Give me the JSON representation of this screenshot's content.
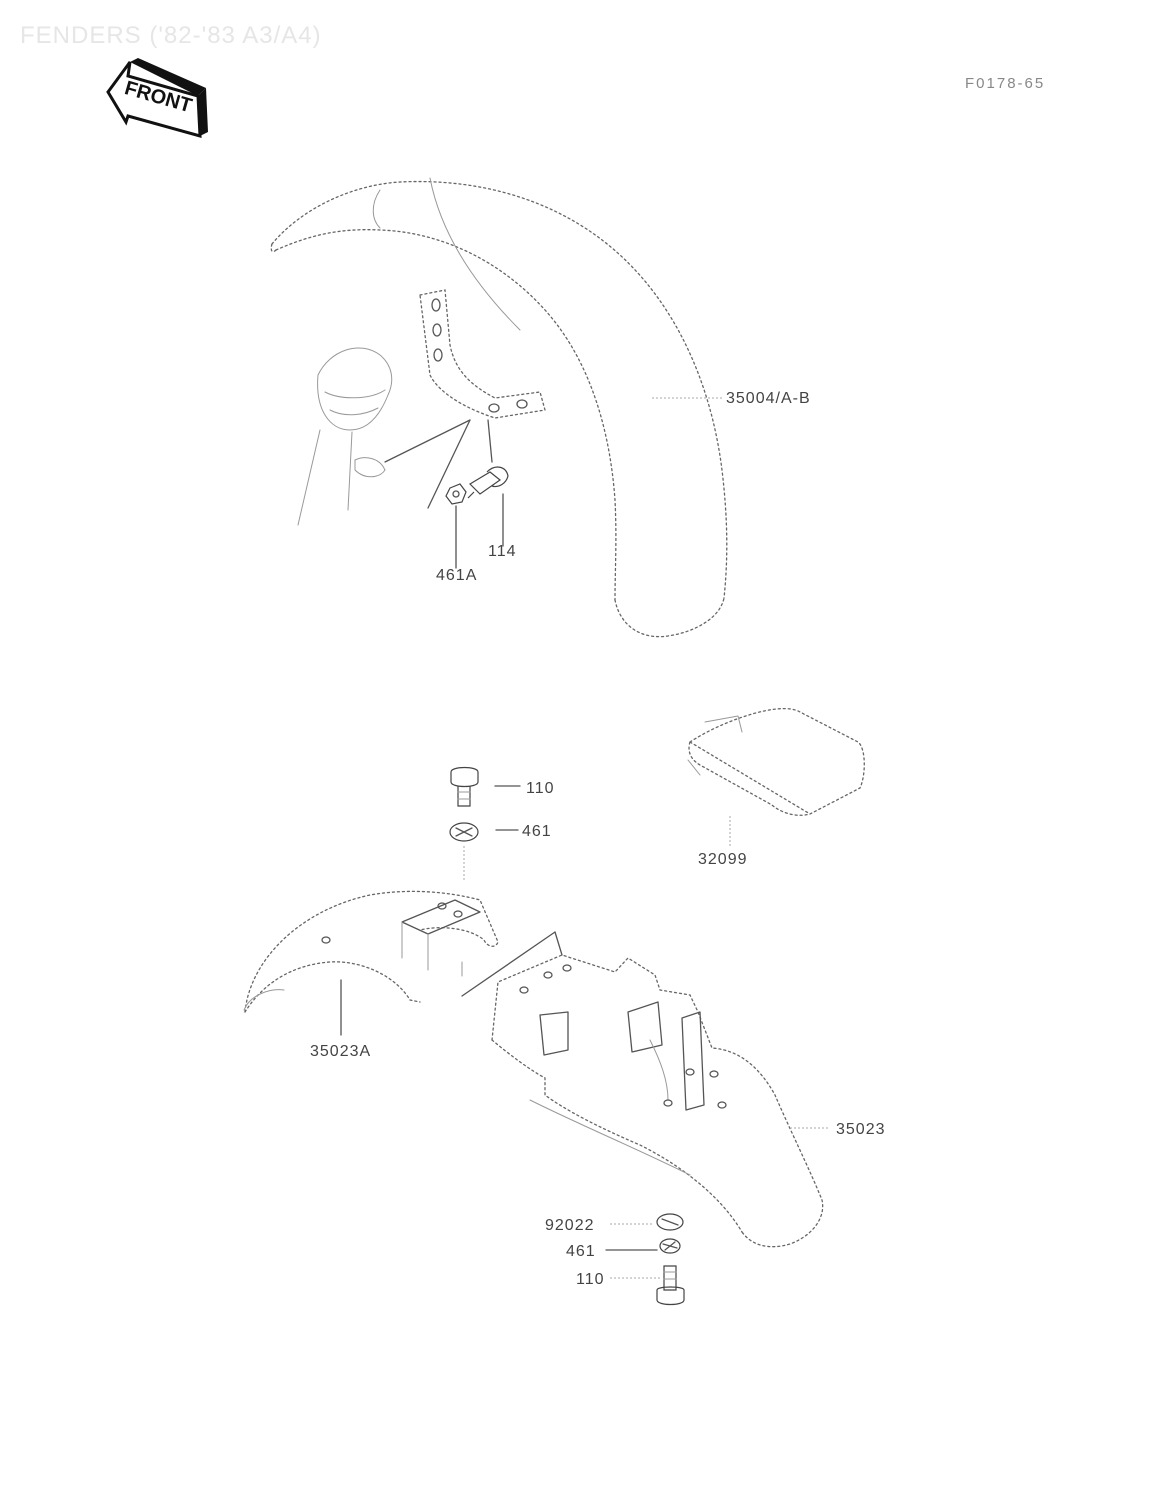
{
  "header": {
    "title": "FENDERS ('82-'83 A3/A4)",
    "ref_code": "F0178-65"
  },
  "front_indicator": {
    "label": "FRONT",
    "icon": "front-arrow-icon"
  },
  "parts": {
    "front_fender": "35004/A-B",
    "bolt_front": "114",
    "nut_front": "461A",
    "bolt_top": "110",
    "washer_top": "461",
    "tool_case": "32099",
    "front_mud_guard": "35023A",
    "rear_fender": "35023",
    "washer_bottom": "92022",
    "nut_bottom": "461",
    "bolt_bottom": "110"
  },
  "colors": {
    "line": "#555555",
    "background": "#ffffff",
    "title": "#e6e6e6"
  }
}
